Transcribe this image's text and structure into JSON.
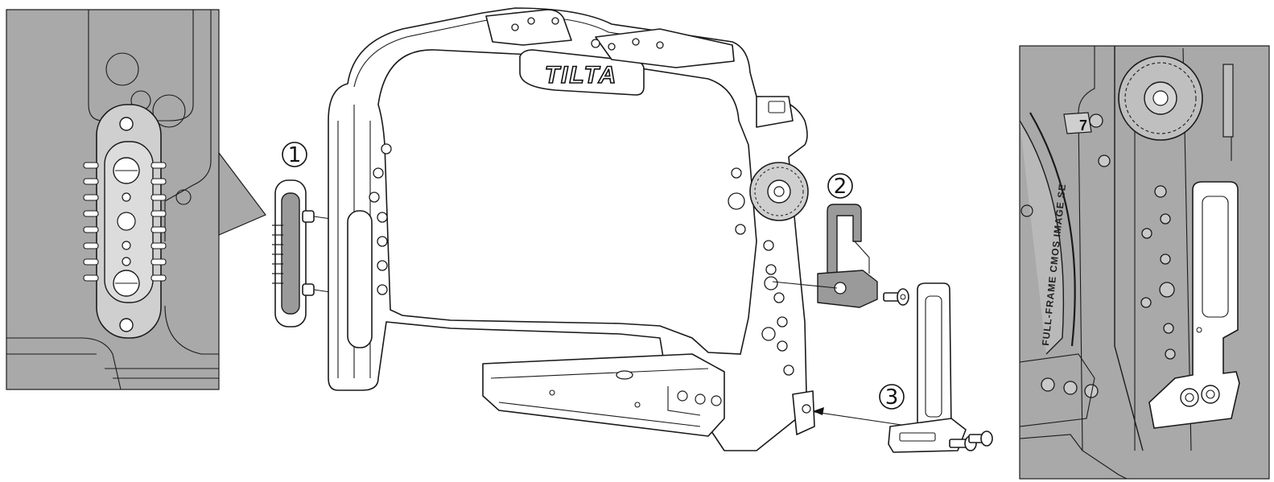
{
  "callouts": {
    "step1": "1",
    "step2": "2",
    "step3": "3"
  },
  "labels": {
    "brand_logo": "TILTA",
    "sensor_text": "FULL-FRAME CMOS IMAGE SE",
    "mount_number": "7"
  },
  "colors": {
    "zoom_background": "#a9a9a9",
    "line": "#1a1a1a",
    "part_fill": "#ffffff"
  }
}
